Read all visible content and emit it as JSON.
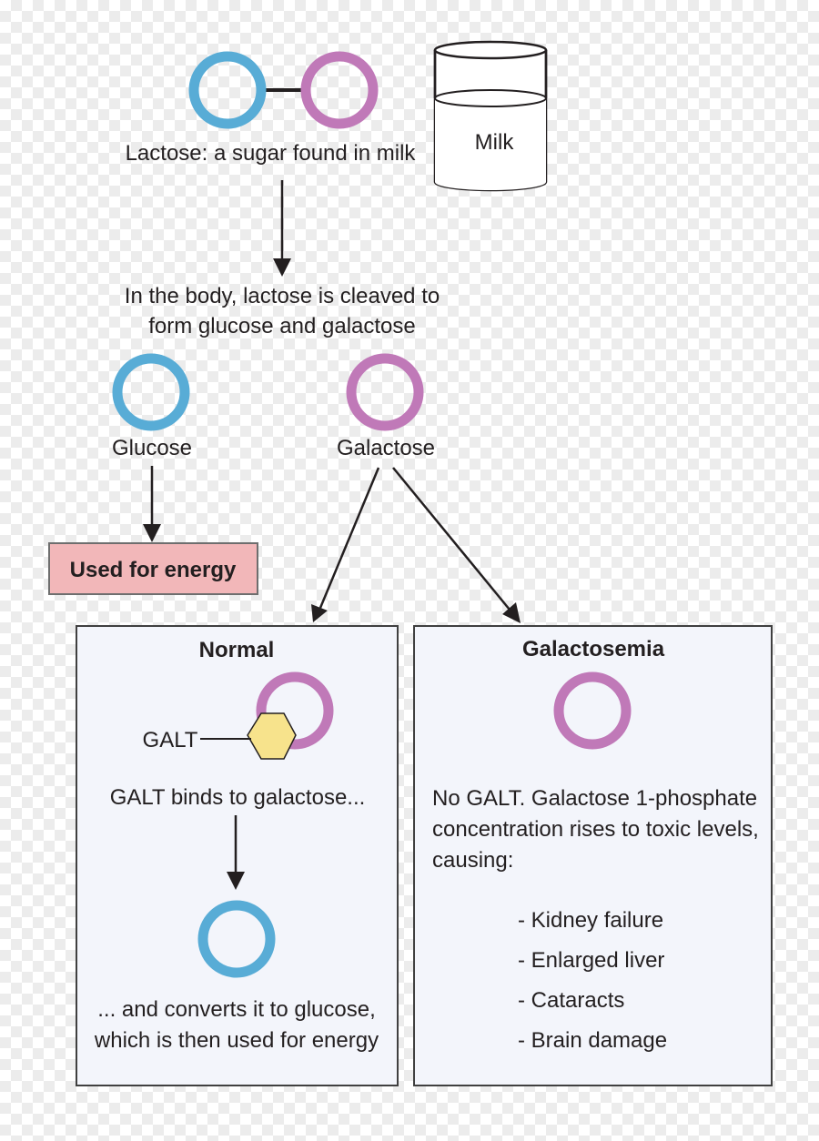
{
  "colors": {
    "glucose": "#58acd6",
    "galactose": "#c079b8",
    "energy_box_fill": "#f2b7b9",
    "energy_box_border": "#6e6e6e",
    "panel_fill": "#f3f5fb",
    "panel_border": "#404040",
    "galt_enzyme": "#f7e38c",
    "text": "#231f20"
  },
  "icons": {
    "glucose_molecule": "blue-ring-icon",
    "galactose_molecule": "purple-ring-icon",
    "galt_enzyme": "yellow-hexagon-icon",
    "milk": "milk-glass-icon"
  },
  "lactose": {
    "caption": "Lactose: a sugar found in milk"
  },
  "milk": {
    "label": "Milk"
  },
  "cleavage": {
    "line1": "In the body, lactose is cleaved to",
    "line2": "form glucose and galactose"
  },
  "glucose": {
    "label": "Glucose"
  },
  "galactose": {
    "label": "Galactose"
  },
  "energy": {
    "label": "Used for energy"
  },
  "normal": {
    "title": "Normal",
    "enzyme_label": "GALT",
    "binds_text": "GALT binds to galactose...",
    "converts_line1": "... and converts it to glucose,",
    "converts_line2": "which is then used for energy"
  },
  "galactosemia": {
    "title": "Galactosemia",
    "line1": "No GALT. Galactose 1-phosphate",
    "line2": "concentration rises to toxic levels,",
    "line3": "causing:",
    "effects": [
      "- Kidney failure",
      "- Enlarged liver",
      "- Cataracts",
      "- Brain damage"
    ]
  }
}
